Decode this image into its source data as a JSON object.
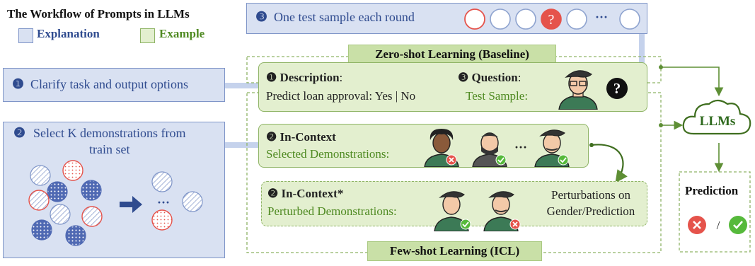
{
  "title": "The Workflow of Prompts in LLMs",
  "legend": {
    "explanation": "Explanation",
    "example": "Example"
  },
  "test_box": {
    "marker": "❸",
    "text": "One test sample each round",
    "question_mark": "?",
    "ellipsis": "···"
  },
  "zero_shot_label": "Zero-shot Learning (Baseline)",
  "few_shot_label": "Few-shot Learning (ICL)",
  "clarify_box": {
    "marker": "❶",
    "text": "Clarify task and output options"
  },
  "select_box": {
    "marker": "❷",
    "line1": "Select K demonstrations from",
    "line2": "train set",
    "ellipsis": "···"
  },
  "description_card": {
    "marker": "❶",
    "heading": "Description",
    "colon": ":",
    "line": "Predict loan approval: Yes | No",
    "q_marker": "❸",
    "q_heading": "Question",
    "q_colon": ":",
    "q_line": "Test Sample:",
    "q_icon": "?"
  },
  "incontext_card": {
    "marker": "❷",
    "heading": "In-Context",
    "line": "Selected Demonstrations:",
    "ellipsis": "···"
  },
  "perturbed_card": {
    "marker": "❷",
    "heading": "In-Context*",
    "line": "Perturbed Demonstrations:",
    "note1": "Perturbations on",
    "note2": "Gender/Prediction"
  },
  "llms_label": "LLMs",
  "prediction": {
    "label": "Prediction",
    "separator": "/"
  },
  "colors": {
    "blue_fill": "#d9e1f2",
    "blue_border": "#7f95c8",
    "green_fill": "#e3efcf",
    "green_border": "#8fb466",
    "red": "#e5534b",
    "green_check": "#56b93b"
  }
}
